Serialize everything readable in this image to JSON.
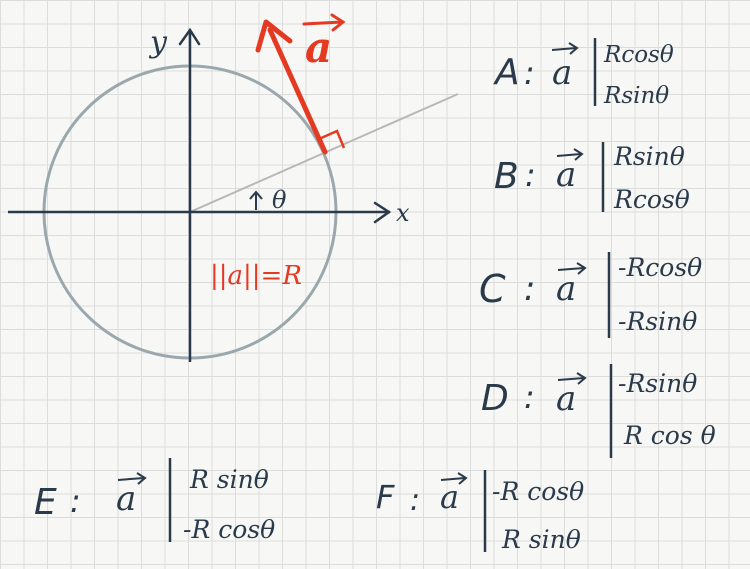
{
  "colors": {
    "ink": "#2a3a4a",
    "accent": "#e53a22",
    "circle": "#9aa8ae",
    "line": "#b8b8b8",
    "grid": "#dcdcdc"
  },
  "diagram": {
    "axis_y_label": "y",
    "axis_x_label": "x",
    "angle_label": "θ",
    "vector_label": "a",
    "norm_label": "||a||=R"
  },
  "options": [
    {
      "letter": "A",
      "sep": ":",
      "vec": "a",
      "line1": "Rcosθ",
      "line2": "Rsinθ"
    },
    {
      "letter": "B",
      "sep": ":",
      "vec": "a",
      "line1": "Rsinθ",
      "line2": "Rcosθ"
    },
    {
      "letter": "C",
      "sep": ":",
      "vec": "a",
      "line1": "-Rcosθ",
      "line2": "-Rsinθ"
    },
    {
      "letter": "D",
      "sep": ":",
      "vec": "a",
      "line1": "-Rsinθ",
      "line2": "R cos θ"
    },
    {
      "letter": "E",
      "sep": ":",
      "vec": "a",
      "line1": "R sinθ",
      "line2": "-R cosθ"
    },
    {
      "letter": "F",
      "sep": ":",
      "vec": "a",
      "line1": "-R cosθ",
      "line2": "R sinθ"
    }
  ]
}
